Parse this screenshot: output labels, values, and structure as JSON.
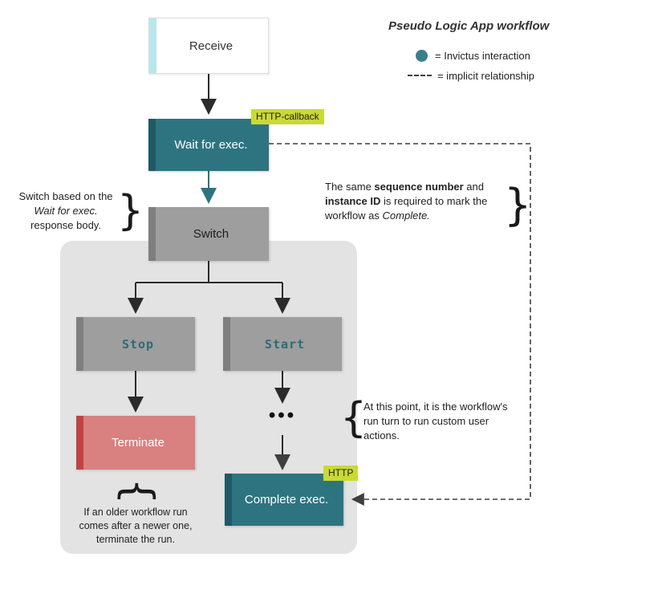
{
  "title": "Pseudo Logic App workflow",
  "legend": {
    "invictus_label": "= Invictus interaction",
    "implicit_label": "= implicit relationship"
  },
  "nodes": {
    "receive": {
      "label": "Receive"
    },
    "wait_for_exec": {
      "label": "Wait for exec.",
      "badge": "HTTP-callback"
    },
    "switch": {
      "label": "Switch"
    },
    "stop": {
      "label": "Stop"
    },
    "start": {
      "label": "Start"
    },
    "terminate": {
      "label": "Terminate"
    },
    "complete_exec": {
      "label": "Complete exec.",
      "badge": "HTTP"
    },
    "custom_actions_dots": "•••"
  },
  "annotations": {
    "switch_note": {
      "line1": "Switch based on the",
      "line2_italic": "Wait for exec.",
      "line3": "response body."
    },
    "sequence_note": {
      "part1": "The same ",
      "bold1": "sequence number",
      "part2": " and ",
      "bold2": "instance ID",
      "part3": " is required to mark the workflow as ",
      "italic1": "Complete."
    },
    "custom_actions_note": "At this point, it is the workflow's run turn to run custom user actions.",
    "terminate_note": {
      "line1": "If an older workflow run",
      "line2": "comes after a newer one,",
      "line3": "terminate the run."
    }
  },
  "colors": {
    "teal": "#2e7480",
    "teal_dark": "#1e5a66",
    "gray_node": "#9e9e9e",
    "gray_node_stripe": "#7f7f7f",
    "red_node": "#d98080",
    "red_node_stripe": "#c04343",
    "receive_stripe": "#b7e7ee",
    "badge_bg": "#c9da33",
    "group_bg": "#e3e3e3",
    "dashed_line": "#3f3f3f"
  }
}
